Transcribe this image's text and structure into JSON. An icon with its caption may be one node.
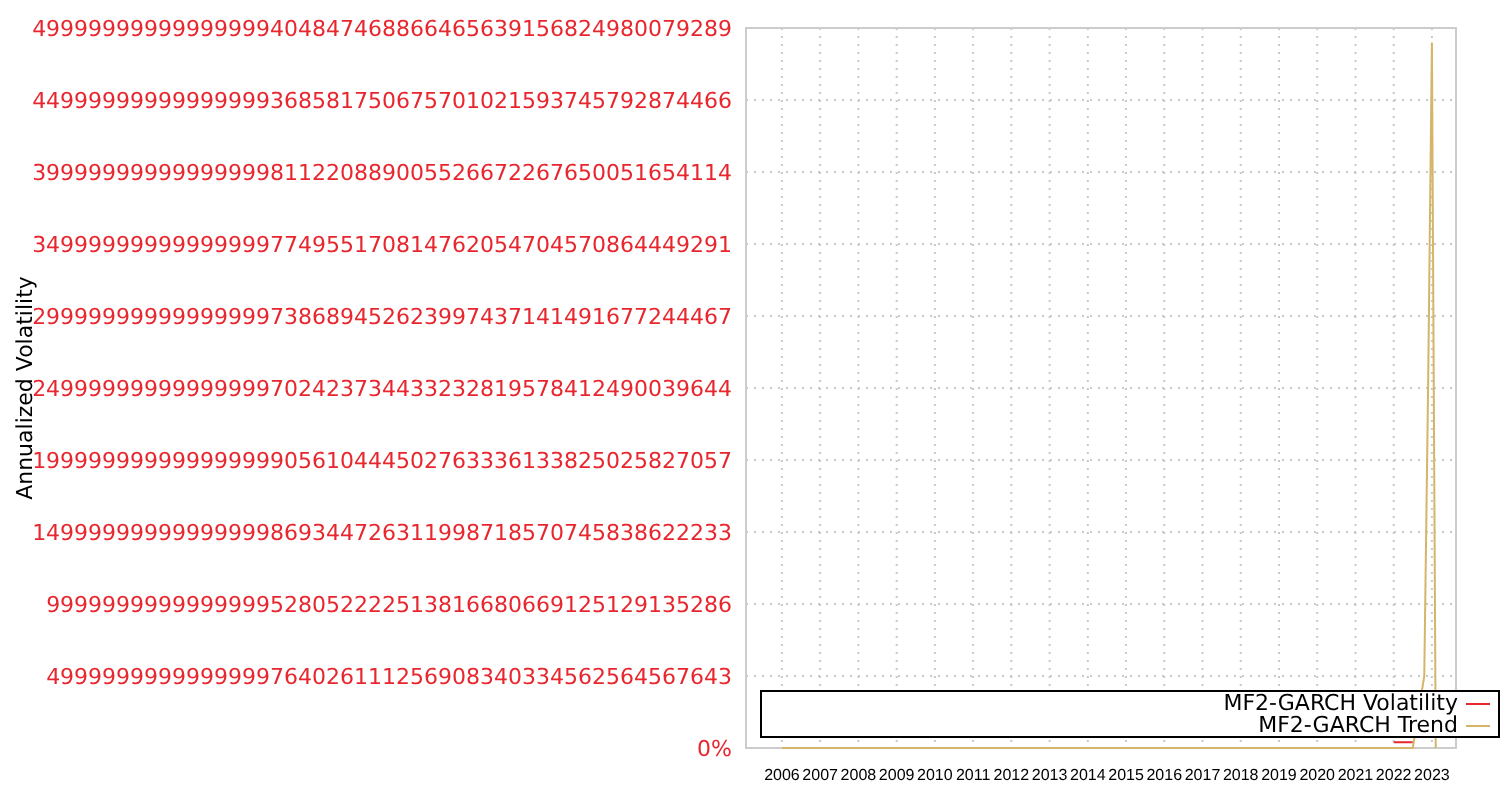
{
  "diagram": {
    "chart_data": {
      "type": "line",
      "ylabel": "Annualized Volatility",
      "grid": true,
      "legend": "bottom-right",
      "x": [
        2006,
        2022,
        2022.5,
        2022.8,
        2022.9,
        2023,
        2023.1
      ],
      "xlim": [
        2005.06,
        2023.63
      ],
      "ylim": [
        0,
        5e+49
      ],
      "xticks": [
        2006,
        2007,
        2008,
        2009,
        2010,
        2011,
        2012,
        2013,
        2014,
        2015,
        2016,
        2017,
        2018,
        2019,
        2020,
        2021,
        2022,
        2023
      ],
      "yticks": [
        {
          "value": 0,
          "label": "0%"
        },
        {
          "value": 5e+48,
          "label": "4999999999999999764026111256908340334562564567643"
        },
        {
          "value": 1e+49,
          "label": "9999999999999999528052222513816680669125129135286"
        },
        {
          "value": 1.5e+49,
          "label": "14999999999999999869344726311998718570745838622233"
        },
        {
          "value": 2e+49,
          "label": "19999999999999999905610444502763336133825025827057"
        },
        {
          "value": 2.5e+49,
          "label": "24999999999999999702423734433232819578412490039644"
        },
        {
          "value": 3e+49,
          "label": "29999999999999999738689452623997437141491677244467"
        },
        {
          "value": 3.5e+49,
          "label": "34999999999999999774955170814762054704570864449291"
        },
        {
          "value": 4e+49,
          "label": "39999999999999999811220889005526672267650051654114"
        },
        {
          "value": 4.5e+49,
          "label": "44999999999999999368581750675701021593745792874466"
        },
        {
          "value": 5e+49,
          "label": "49999999999999999404847468866465639156824980079289"
        }
      ],
      "series": [
        {
          "name": "MF2-GARCH Volatility",
          "color": "#e8262d",
          "values": [
            null,
            4e+47,
            4e+47,
            null,
            null,
            null,
            null
          ]
        },
        {
          "name": "MF2-GARCH Trend",
          "color": "#d4b56a",
          "values": [
            0,
            0,
            0,
            5e+48,
            2.5e+49,
            4.9e+49,
            0
          ]
        }
      ]
    }
  }
}
